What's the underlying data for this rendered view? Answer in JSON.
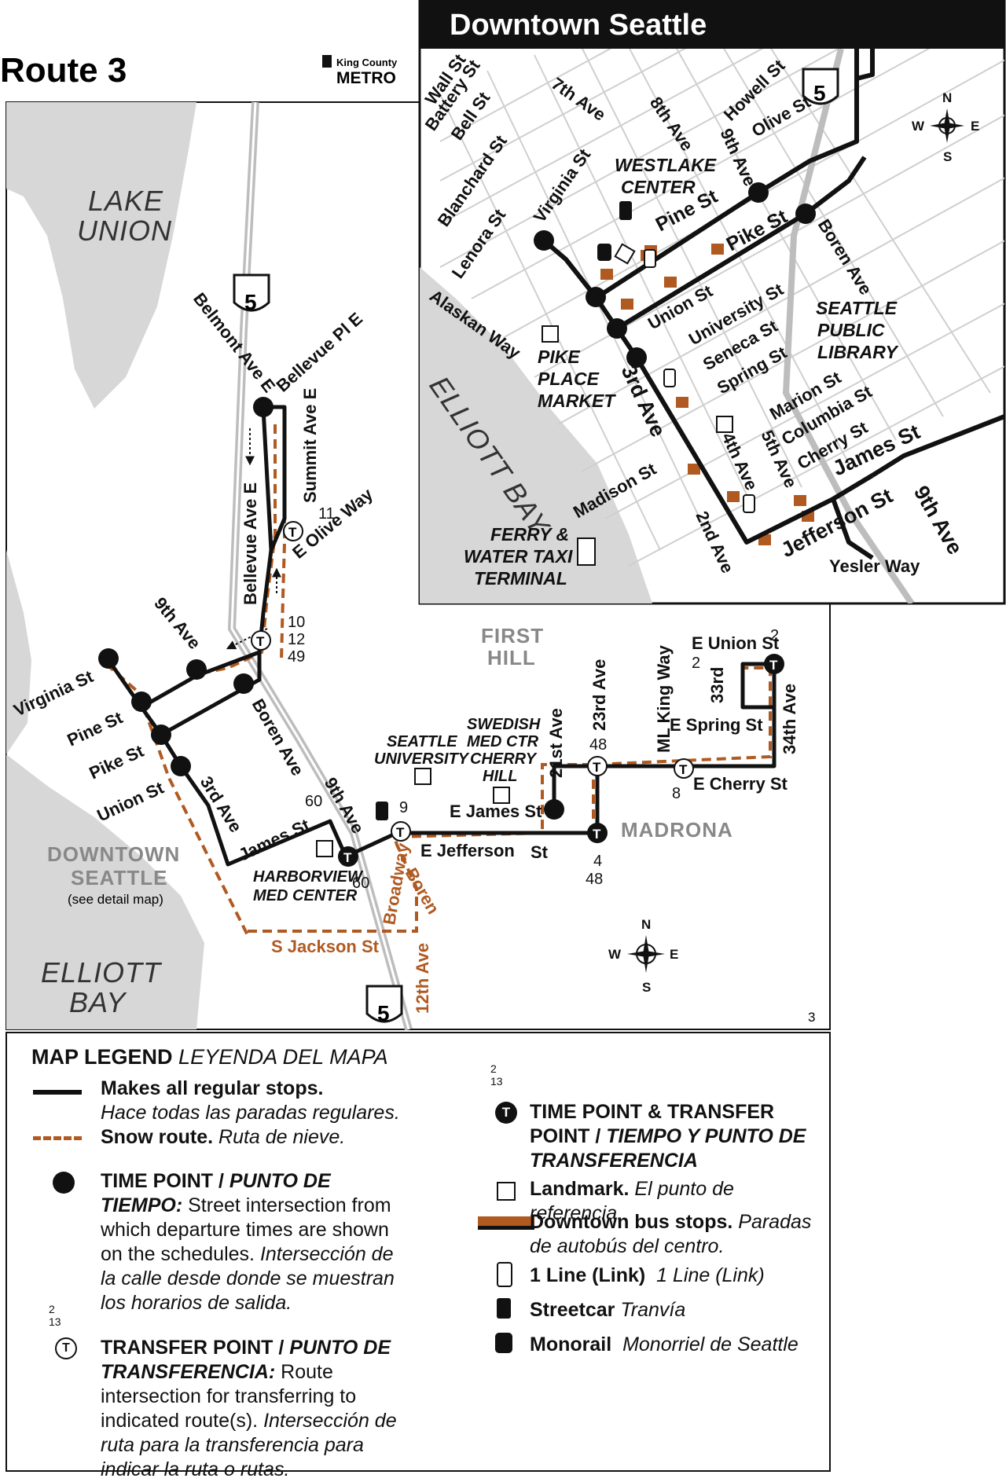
{
  "header": {
    "route_title": "Route 3",
    "agency": "King County",
    "agency_brand": "METRO"
  },
  "inset": {
    "title": "Downtown Seattle",
    "streets": {
      "wall": "Wall St",
      "battery": "Battery St",
      "bell": "Bell St",
      "blanchard": "Blanchard St",
      "lenora": "Lenora St",
      "virginia": "Virginia St",
      "alaskan": "Alaskan Way",
      "seventh": "7th Ave",
      "eighth": "8th Ave",
      "ninth": "9th Ave",
      "howell": "Howell St",
      "olive": "Olive St",
      "pine": "Pine St",
      "pike": "Pike St",
      "boren": "Boren Ave",
      "union": "Union St",
      "university": "University St",
      "seneca": "Seneca St",
      "spring": "Spring St",
      "marion": "Marion St",
      "columbia": "Columbia St",
      "cherry": "Cherry St",
      "james": "James St",
      "madison": "Madison St",
      "third": "3rd Ave",
      "fourth": "4th Ave",
      "fifth": "5th Ave",
      "second": "2nd Ave",
      "jefferson": "Jefferson St",
      "ninth_b": "9th Ave",
      "yesler": "Yesler Way"
    },
    "interstate": "5",
    "landmarks": {
      "westlake": [
        "WESTLAKE",
        "CENTER"
      ],
      "pike_place": [
        "PIKE",
        "PLACE",
        "MARKET"
      ],
      "library": [
        "SEATTLE",
        "PUBLIC",
        "LIBRARY"
      ],
      "ferry": [
        "FERRY &",
        "WATER TAXI",
        "TERMINAL"
      ]
    },
    "water": "ELLIOTT BAY",
    "compass": {
      "n": "N",
      "s": "S",
      "e": "E",
      "w": "W"
    }
  },
  "main": {
    "water": {
      "lake": [
        "LAKE",
        "UNION"
      ],
      "bay": [
        "ELLIOTT",
        "BAY"
      ]
    },
    "interstate_north": "5",
    "interstate_south": "5",
    "areas": {
      "first_hill": [
        "FIRST",
        "HILL"
      ],
      "madrona": "MADRONA",
      "downtown": [
        "DOWNTOWN",
        "SEATTLE"
      ],
      "downtown_note": "(see detail map)"
    },
    "streets": {
      "belmont": "Belmont Ave E",
      "bellevue_pl": "Bellevue Pl E",
      "summit": "Summit Ave E",
      "bellevue_ave": "Bellevue Ave E",
      "olive_way": "E Olive Way",
      "ninth": "9th Ave",
      "virginia": "Virginia St",
      "pine": "Pine St",
      "pike": "Pike St",
      "union": "Union St",
      "third": "3rd Ave",
      "boren": "Boren Ave",
      "james": "James St",
      "ninth_b": "9th Ave",
      "jefferson": "E Jefferson",
      "jefferson_st": "St",
      "james_e": "E James St",
      "ave21": "21st Ave",
      "ave23": "23rd Ave",
      "mlk": "ML King Way",
      "union_e": "E Union St",
      "ave33": "33rd",
      "spring_e": "E Spring St",
      "ave34": "34th Ave",
      "cherry_e": "E Cherry St"
    },
    "snow_streets": {
      "jackson": "S Jackson St",
      "broadway": "Broadway",
      "boren": "Boren",
      "ave12": "12th Ave"
    },
    "landmarks": {
      "seattle_u": [
        "SEATTLE",
        "UNIVERSITY"
      ],
      "swedish": [
        "SWEDISH",
        "MED CTR",
        "CHERRY",
        "HILL"
      ],
      "harborview": [
        "HARBORVIEW",
        "MED CENTER"
      ]
    },
    "transfer_routes": {
      "olive": "11",
      "pike_a": "10",
      "pike_b": "12",
      "pike_c": "49",
      "ninth_a": "60",
      "ninth_b": "60",
      "broadway": "9",
      "ave23": "48",
      "mlk": "8",
      "union_mlk": "2",
      "union_top": "2",
      "madrona_a": "4",
      "madrona_b": "48"
    },
    "page_number": "3",
    "compass": {
      "n": "N",
      "s": "S",
      "e": "E",
      "w": "W"
    }
  },
  "legend": {
    "title": "MAP LEGEND",
    "title_es": "LEYENDA DEL MAPA",
    "regular": "Makes all regular stops.",
    "regular_es": "Hace todas las paradas regulares.",
    "snow": "Snow route.",
    "snow_es": "Ruta de nieve.",
    "timepoint": "TIME POINT /",
    "timepoint_es": "PUNTO DE TIEMPO:",
    "timepoint_desc": "Street intersection from which departure times are shown on the schedules.",
    "timepoint_desc_es": "Intersección de la calle desde donde se muestran los horarios de salida.",
    "transfer": "TRANSFER POINT /",
    "transfer_es": "PUNTO DE TRANSFERENCIA:",
    "transfer_desc": "Route intersection for transferring to indicated route(s).",
    "transfer_desc_es": "Intersección de ruta para la transferencia para indicar la ruta o rutas.",
    "tp_transfer": "TIME POINT & TRANSFER POINT /",
    "tp_transfer_es": "TIEMPO Y PUNTO DE TRANSFERENCIA",
    "landmark": "Landmark.",
    "landmark_es": "El punto de referencia.",
    "bus_stops": "Downtown bus stops.",
    "bus_stops_es": "Paradas de autobús del centro.",
    "link": "1 Line (Link)",
    "link_es": "1 Line (Link)",
    "streetcar": "Streetcar",
    "streetcar_es": "Tranvía",
    "monorail": "Monorail",
    "monorail_es": "Monorriel de Seattle",
    "example_routes": [
      "2",
      "13"
    ]
  },
  "colors": {
    "route": "#111111",
    "snow": "#b05a22",
    "water": "#d7d7d7",
    "bus_stop": "#b05a22",
    "grid": "#cfcfcf"
  }
}
